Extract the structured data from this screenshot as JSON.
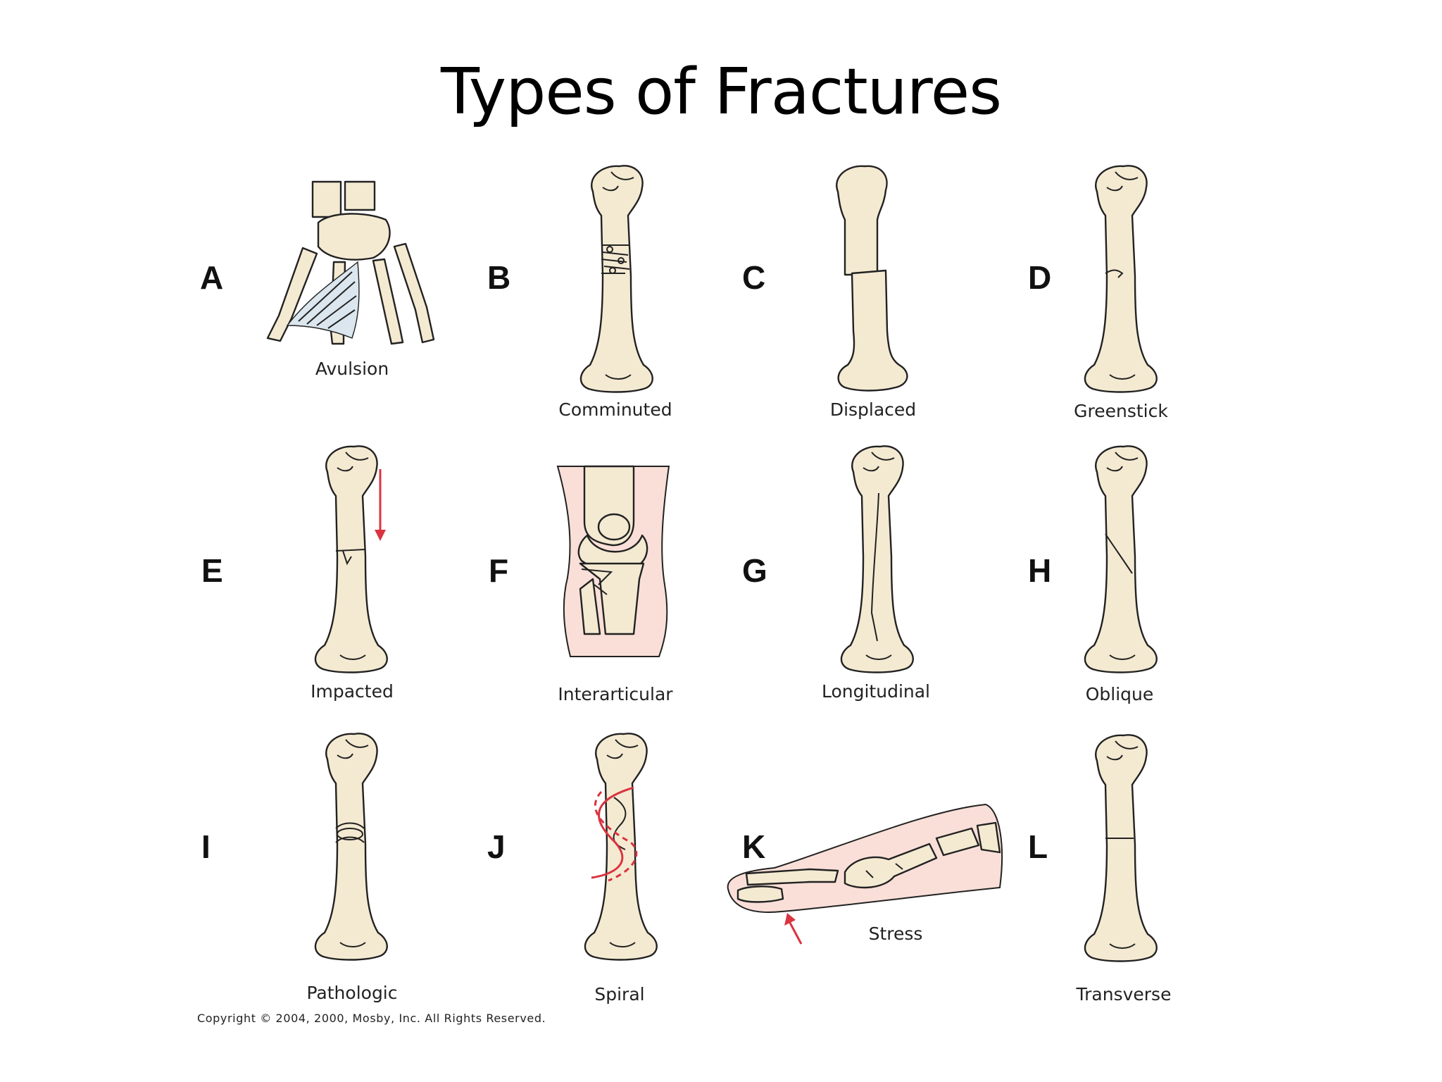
{
  "title": "Types of Fractures",
  "panels": [
    {
      "letter": "A",
      "caption": "Avulsion"
    },
    {
      "letter": "B",
      "caption": "Comminuted"
    },
    {
      "letter": "C",
      "caption": "Displaced"
    },
    {
      "letter": "D",
      "caption": "Greenstick"
    },
    {
      "letter": "E",
      "caption": "Impacted"
    },
    {
      "letter": "F",
      "caption": "Interarticular"
    },
    {
      "letter": "G",
      "caption": "Longitudinal"
    },
    {
      "letter": "H",
      "caption": "Oblique"
    },
    {
      "letter": "I",
      "caption": "Pathologic"
    },
    {
      "letter": "J",
      "caption": "Spiral"
    },
    {
      "letter": "K",
      "caption": "Stress"
    },
    {
      "letter": "L",
      "caption": "Transverse"
    }
  ],
  "copyright": "Copyright © 2004, 2000, Mosby, Inc. All Rights Reserved.",
  "colors": {
    "bone": "#f4ead2",
    "skin": "#f9dfd8",
    "arrow": "#d9343f",
    "ligament": "#dbe6ee"
  }
}
